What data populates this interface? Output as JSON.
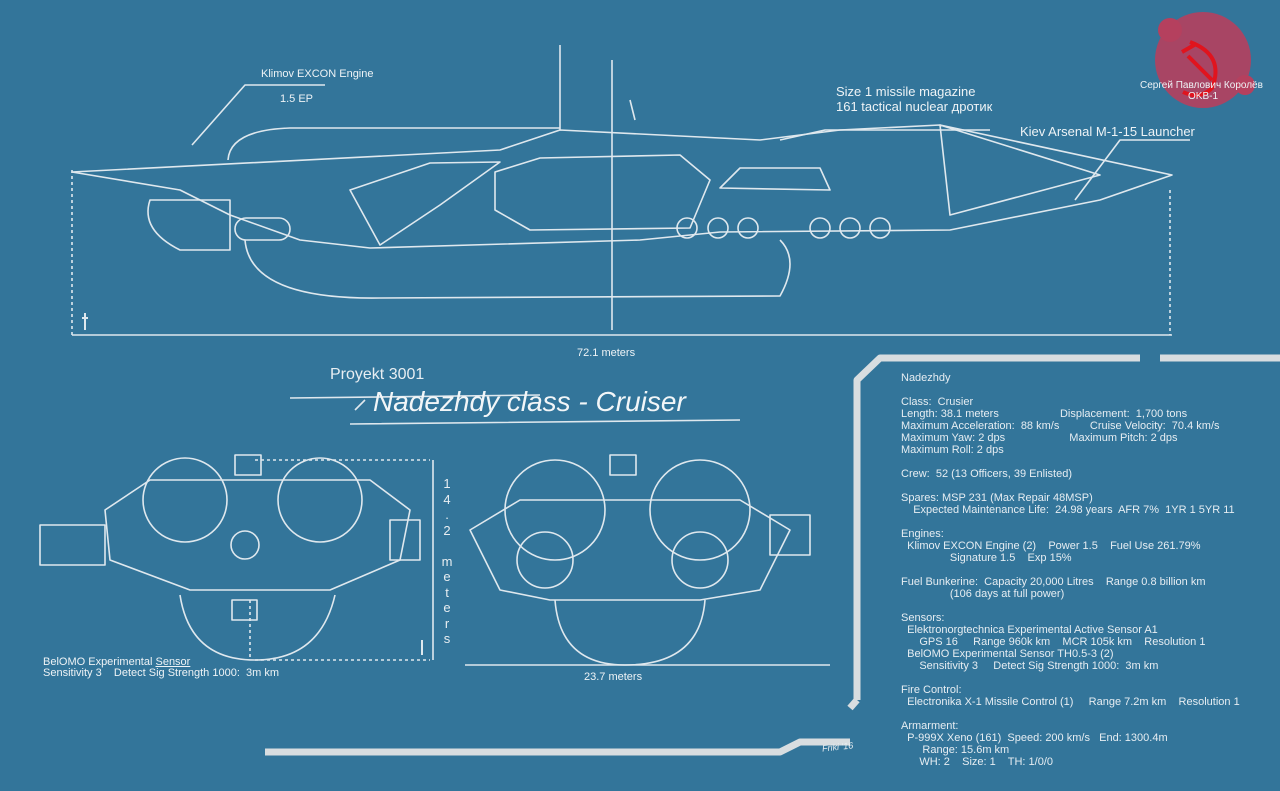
{
  "colors": {
    "background": "#33759a",
    "line": "#dfe8ee",
    "panel": "#d8dde0",
    "stamp": "#b5405e",
    "emblem": "#e0141e"
  },
  "logo": {
    "line1": "Сергей Павлович Королёв",
    "line2": "OKB-1"
  },
  "callouts": {
    "engine_title": "Klimov EXCON Engine",
    "engine_ep": "1.5 EP",
    "magazine_line1": "Size 1 missile magazine",
    "magazine_line2": "161 tactical nuclear дротик",
    "launcher": "Kiev Arsenal M-1-15 Launcher",
    "sensor_title_prefix": "BelOMO Experimental ",
    "sensor_title_link": "Sensor",
    "sensor_detail": "Sensitivity 3    Detect Sig Strength 1000:  3m km"
  },
  "dimensions": {
    "length": "72.1 meters",
    "height_chars": [
      "1",
      "4",
      ".",
      "2",
      "",
      "m",
      "e",
      "t",
      "e",
      "r",
      "s"
    ],
    "width": "23.7 meters"
  },
  "title": {
    "project": "Proyekt 3001",
    "name": "Nadezhdy class - Cruiser"
  },
  "signature": "Friki '16",
  "specs": [
    "Nadezhdy",
    "",
    "Class:  Crusier",
    "Length: 38.1 meters                    Displacement:  1,700 tons",
    "Maximum Acceleration:  88 km/s          Cruise Velocity:  70.4 km/s",
    "Maximum Yaw: 2 dps                     Maximum Pitch: 2 dps",
    "Maximum Roll: 2 dps",
    "",
    "Crew:  52 (13 Officers, 39 Enlisted)",
    "",
    "Spares: MSP 231 (Max Repair 48MSP)",
    "    Expected Maintenance Life:  24.98 years  AFR 7%  1YR 1 5YR 11",
    "",
    "Engines:",
    "  Klimov EXCON Engine (2)    Power 1.5    Fuel Use 261.79%",
    "                Signature 1.5    Exp 15%",
    "",
    "Fuel Bunkerine:  Capacity 20,000 Litres    Range 0.8 billion km",
    "                (106 days at full power)",
    "",
    "Sensors:",
    "  Elektronorgtechnica Experimental Active Sensor A1",
    "      GPS 16     Range 960k km    MCR 105k km    Resolution 1",
    "  BelOMO Experimental Sensor TH0.5-3 (2)",
    "      Sensitivity 3     Detect Sig Strength 1000:  3m km",
    "",
    "Fire Control:",
    "  Electronika X-1 Missile Control (1)     Range 7.2m km    Resolution 1",
    "",
    "Armarment:",
    "  P-999X Xeno (161)  Speed: 200 km/s   End: 1300.4m",
    "       Range: 15.6m km",
    "      WH: 2    Size: 1    TH: 1/0/0"
  ]
}
